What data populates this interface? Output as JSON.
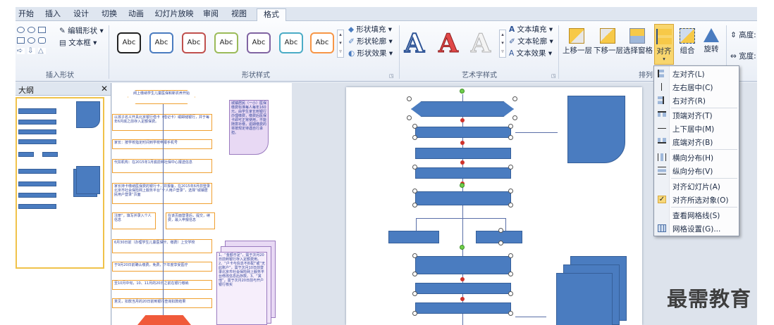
{
  "tabs": [
    "开始",
    "插入",
    "设计",
    "切换",
    "动画",
    "幻灯片放映",
    "审阅",
    "视图",
    "格式"
  ],
  "active_tab": "格式",
  "ribbon": {
    "insert_shapes": {
      "label": "插入形状",
      "edit_shape": "编辑形状",
      "text_box": "文本框"
    },
    "shape_styles": {
      "label": "形状样式",
      "gallery": [
        "Abc",
        "Abc",
        "Abc",
        "Abc",
        "Abc",
        "Abc",
        "Abc"
      ],
      "fill": "形状填充",
      "outline": "形状轮廓",
      "effects": "形状效果"
    },
    "wordart_styles": {
      "label": "艺术字样式",
      "glyph": "A",
      "text_fill": "文本填充",
      "text_outline": "文本轮廓",
      "text_effects": "文本效果"
    },
    "arrange": {
      "label": "排列",
      "bring_forward": "上移一层",
      "send_backward": "下移一层",
      "selection_pane": "选择窗格",
      "align": "对齐",
      "group": "组合",
      "rotate": "旋转"
    },
    "size": {
      "height": "高度:",
      "width": "宽度:"
    }
  },
  "outline": {
    "title": "大纲",
    "close": "✕"
  },
  "flowchart": [
    "网上缴纳学生儿童医保和新农养开始",
    "以孩子名义开具北京银行借卡（借记卡）或邮储银行，并于每年6月底之前存入足额保费。",
    "家长：按学校指定时间到学校申报手机号",
    "代扣机构：在2015年1月底前到社保中心报送信息",
    "家长持卡缴纳医保费的银行卡，并报备，在2015年6月前登录北京市社会保险网上服务平台“个人用户登录”，选择“城镇居民用户登录”页面",
    "注册”，填写并录入个人信息",
    "在该页面登录后，提交，续费，最入申报信息",
    "6月30日前（办理学生儿童医保卡、缴费）上交学校",
    "于9月20日前确认缴费，免费，下年度享受医疗",
    "至10月中旬，10、11月的20日之前在银行缴纳",
    "意见，扣款当月的20日前到银行查询扣款结果"
  ],
  "notes": [
    "城镇居民（一小）医保缴费标准每人每年160元，由学生家长到银行办理缴费，缴费后医保卡即可正常使用，不能随意补缴，逾期缴费的将按规定待遇自行承担。",
    "1、“金额不足”，需于次月20日前到银行存入足额费用。2、“户卡与信息不匹配”或“无此账户”，需于次月10日前登录北京市社会保险网上服务平台修改信息后存款。3、“其他”，需于次月20日前与开户银行核实"
  ],
  "menu_items": [
    {
      "label": "左对齐(L)",
      "icon": "align-left-icon"
    },
    {
      "label": "左右居中(C)",
      "icon": "align-center-icon"
    },
    {
      "label": "右对齐(R)",
      "icon": "align-right-icon"
    },
    {
      "label": "顶端对齐(T)",
      "icon": "align-top-icon"
    },
    {
      "label": "上下居中(M)",
      "icon": "align-middle-icon"
    },
    {
      "label": "底端对齐(B)",
      "icon": "align-bottom-icon"
    },
    {
      "label": "横向分布(H)",
      "icon": "distribute-horizontal-icon"
    },
    {
      "label": "纵向分布(V)",
      "icon": "distribute-vertical-icon"
    },
    {
      "label": "对齐幻灯片(A)",
      "icon": ""
    },
    {
      "label": "对齐所选对象(O)",
      "icon": "check-icon",
      "checked": true
    },
    {
      "label": "查看网格线(S)",
      "icon": ""
    },
    {
      "label": "网格设置(G)...",
      "icon": "grid-icon"
    }
  ],
  "check_mark": "✓",
  "watermark": "最需教育",
  "colors": {
    "ribbon_accent": "#f8d66e",
    "shape_blue": "#4a7cc0",
    "flow_border": "#f0a030",
    "note_fill": "#e8d9f4"
  }
}
